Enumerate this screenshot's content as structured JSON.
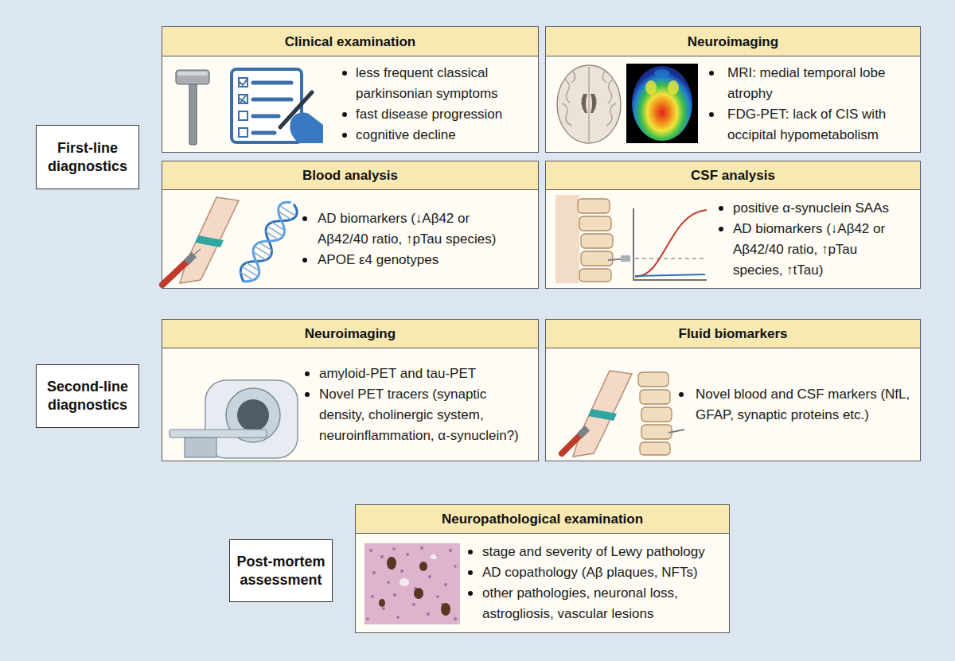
{
  "diagram": {
    "nodes": [
      {
        "text": [
          "First-line diagnostics"
        ]
      },
      {
        "text": [
          "Clinical examination",
          "less frequent classical parkinsonian symptoms",
          "fast disease progression",
          "cognitive decline"
        ]
      },
      {
        "text": [
          "Neuroimaging",
          "MRI: medial temporal lobe atrophy",
          "FDG-PET: lack of CIS with occipital hypometabolism"
        ]
      },
      {
        "text": [
          "Blood analysis",
          "AD biomarkers (↓Aβ42 or Aβ42/40 ratio, ↑pTau species)",
          "APOE ε4 genotypes"
        ]
      },
      {
        "text": [
          "CSF analysis",
          "positive α-synuclein SAAs",
          "AD biomarkers (↓Aβ42 or Aβ42/40 ratio, ↑pTau species, ↑tTau)"
        ]
      },
      {
        "text": [
          "Second-line diagnostics"
        ]
      },
      {
        "text": [
          "Neuroimaging",
          "amyloid-PET and tau-PET",
          "Novel PET tracers (synaptic density, cholinergic system, neuroinflammation, α-synuclein?)"
        ]
      },
      {
        "text": [
          "Fluid biomarkers",
          "Novel blood and CSF markers (NfL, GFAP, synaptic proteins etc.)"
        ]
      },
      {
        "text": [
          "Post-mortem assessment"
        ]
      },
      {
        "text": [
          "Neuropathological examination",
          "stage and severity of Lewy pathology",
          "AD copathology (Aβ plaques, NFTs)",
          "other pathologies, neuronal loss, astrogliosis, vascular lesions"
        ]
      }
    ]
  }
}
